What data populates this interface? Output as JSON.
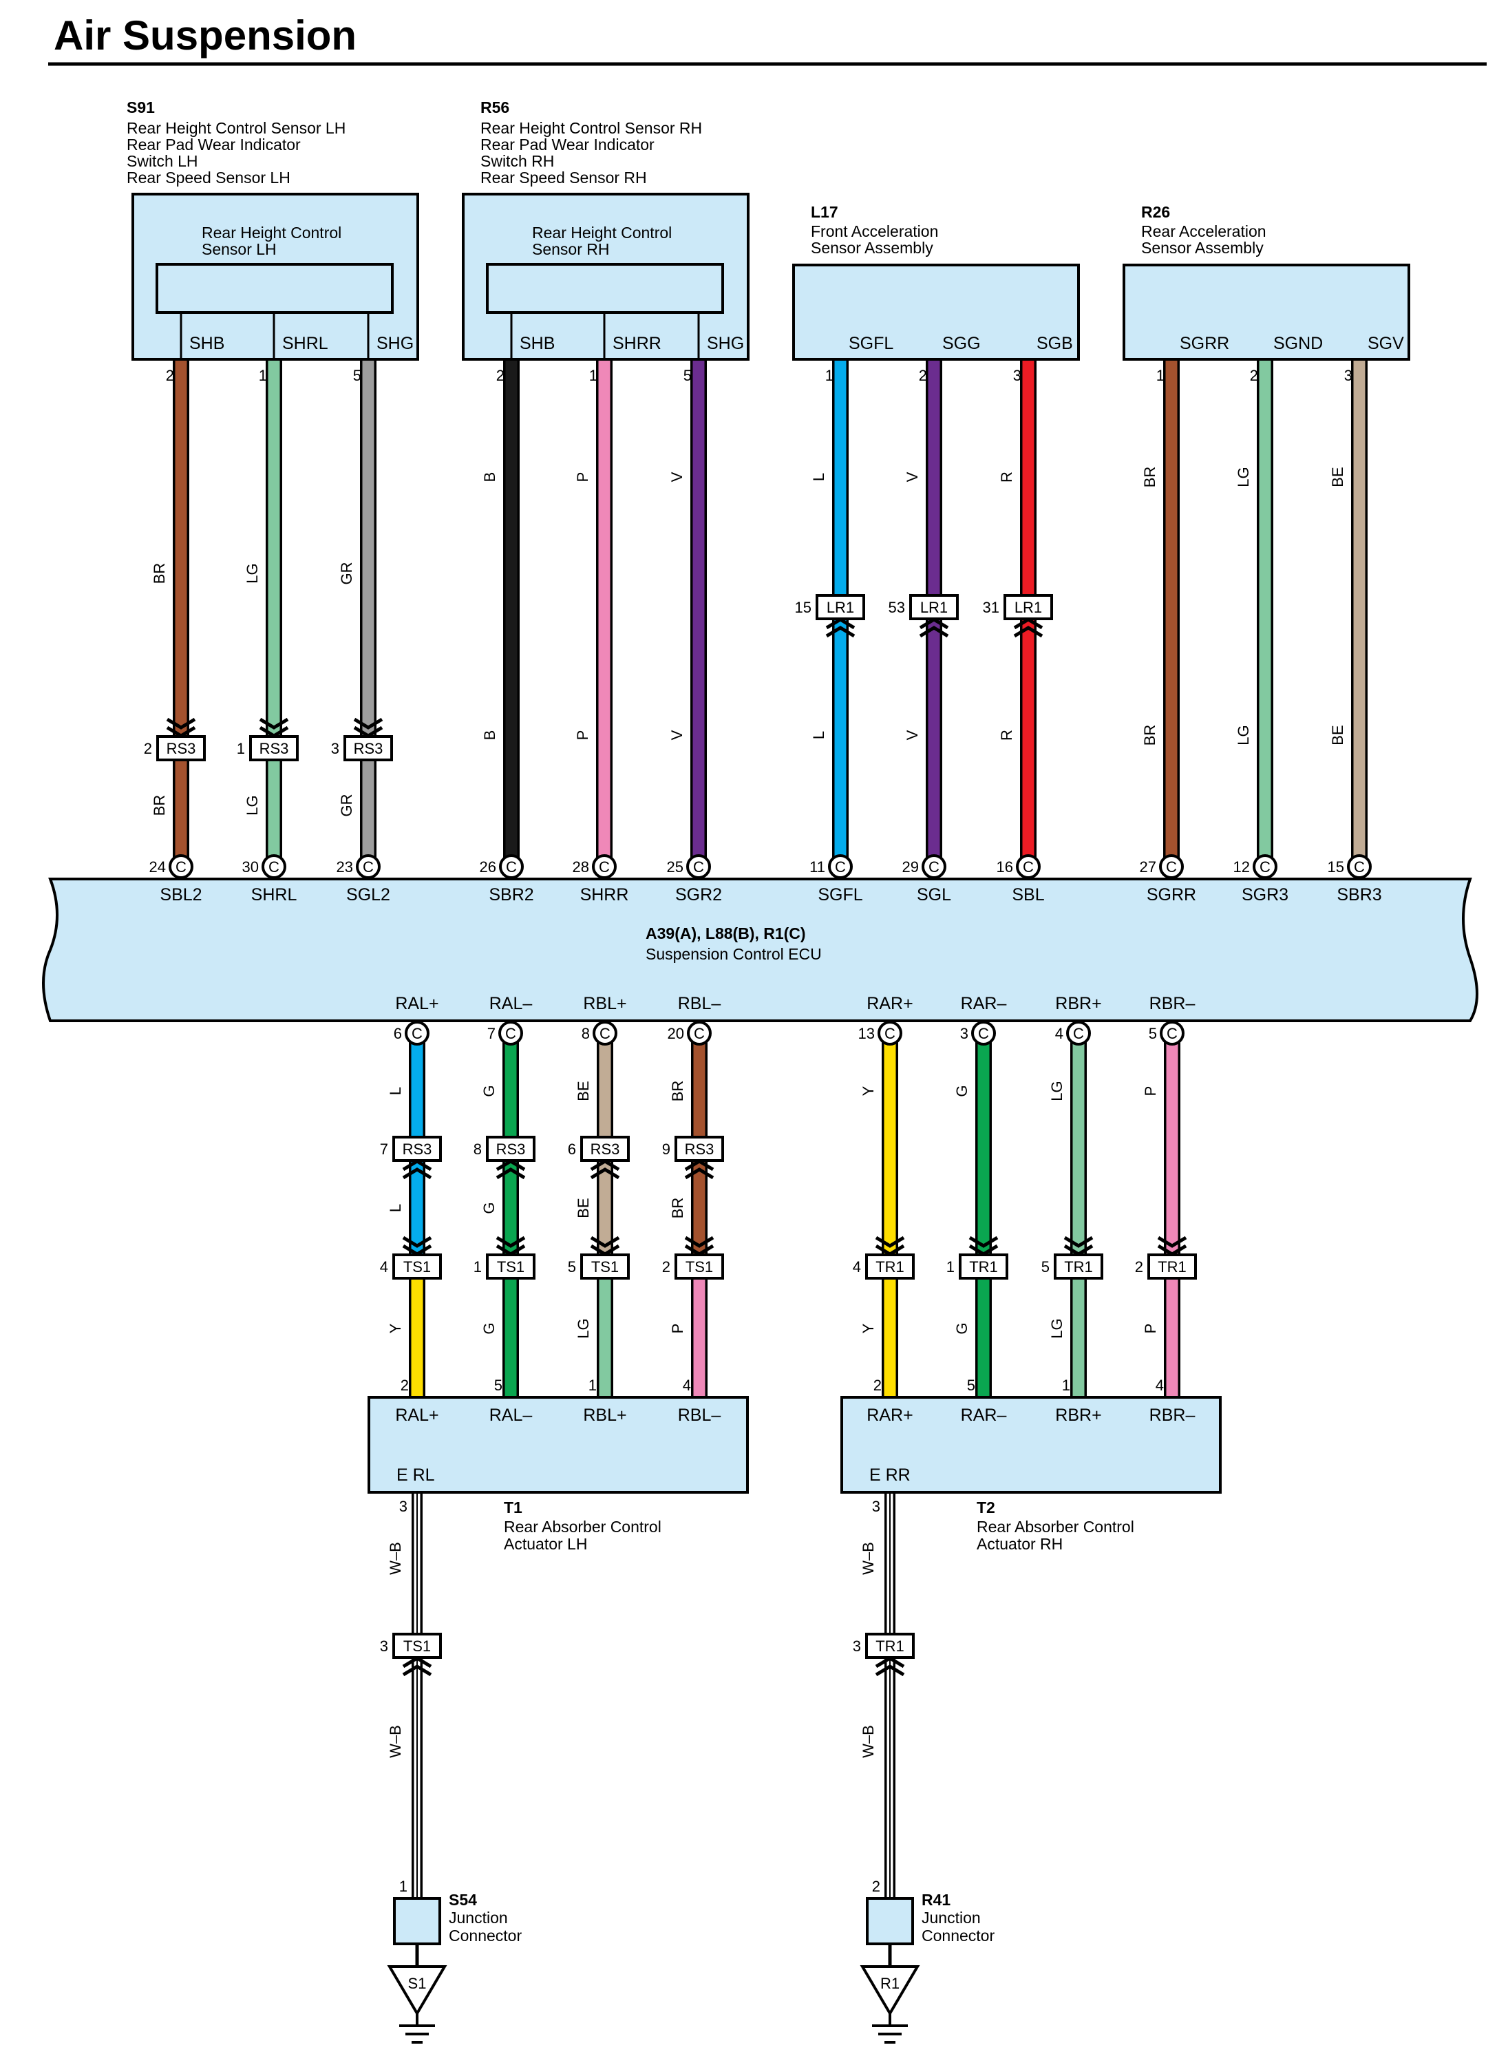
{
  "title": "Air Suspension",
  "components": {
    "s91": {
      "code": "S91",
      "lines": [
        "Rear Height Control Sensor LH",
        "Rear Pad Wear Indicator",
        "Switch LH",
        "Rear Speed Sensor LH"
      ],
      "box_lines": [
        "Rear Height Control",
        "Sensor LH"
      ]
    },
    "r56": {
      "code": "R56",
      "lines": [
        "Rear Height Control Sensor RH",
        "Rear Pad Wear Indicator",
        "Switch RH",
        "Rear Speed Sensor RH"
      ],
      "box_lines": [
        "Rear Height Control",
        "Sensor RH"
      ]
    },
    "l17": {
      "code": "L17",
      "lines": [
        "Front Acceleration",
        "Sensor Assembly"
      ]
    },
    "r26": {
      "code": "R26",
      "lines": [
        "Rear Acceleration",
        "Sensor Assembly"
      ]
    },
    "ecu": {
      "code": "A39(A), L88(B), R1(C)",
      "name": "Suspension Control ECU"
    },
    "t1": {
      "code": "T1",
      "lines": [
        "Rear Absorber Control",
        "Actuator LH"
      ],
      "ground_label": "E RL"
    },
    "t2": {
      "code": "T2",
      "lines": [
        "Rear Absorber Control",
        "Actuator RH"
      ],
      "ground_label": "E RR"
    },
    "s54": {
      "code": "S54",
      "lines": [
        "Junction",
        "Connector"
      ]
    },
    "r41": {
      "code": "R41",
      "lines": [
        "Junction",
        "Connector"
      ]
    }
  },
  "ground_symbols": [
    "S1",
    "R1"
  ],
  "ecu_letter": "C",
  "colors": {
    "BR": "#a4522e",
    "LG": "#82c9a0",
    "GR": "#9d9d9d",
    "B": "#1a1a1a",
    "P": "#ef88b8",
    "V": "#6b2d8f",
    "L": "#04acec",
    "R": "#ec1c24",
    "BE": "#c1ac95",
    "G": "#0aa650",
    "Y": "#fede00",
    "WB": "#ffffff",
    "box_fill": "#cce9f8"
  },
  "top_wires": [
    {
      "sensor_pin": "2",
      "sensor_term": "SHB",
      "upper_color": "BR",
      "mid": {
        "code": "RS3",
        "pin": "2",
        "dir": "down"
      },
      "lower_color": "BR",
      "ecu_pin": "24",
      "ecu_term": "SBL2"
    },
    {
      "sensor_pin": "1",
      "sensor_term": "SHRL",
      "upper_color": "LG",
      "mid": {
        "code": "RS3",
        "pin": "1",
        "dir": "down"
      },
      "lower_color": "LG",
      "ecu_pin": "30",
      "ecu_term": "SHRL"
    },
    {
      "sensor_pin": "5",
      "sensor_term": "SHG",
      "upper_color": "GR",
      "mid": {
        "code": "RS3",
        "pin": "3",
        "dir": "down"
      },
      "lower_color": "GR",
      "ecu_pin": "23",
      "ecu_term": "SGL2"
    },
    {
      "sensor_pin": "2",
      "sensor_term": "SHB",
      "upper_color": "B",
      "lower_color": "B",
      "ecu_pin": "26",
      "ecu_term": "SBR2"
    },
    {
      "sensor_pin": "1",
      "sensor_term": "SHRR",
      "upper_color": "P",
      "lower_color": "P",
      "ecu_pin": "28",
      "ecu_term": "SHRR"
    },
    {
      "sensor_pin": "5",
      "sensor_term": "SHG",
      "upper_color": "V",
      "lower_color": "V",
      "ecu_pin": "25",
      "ecu_term": "SGR2"
    },
    {
      "sensor_pin": "1",
      "sensor_term": "SGFL",
      "upper_color": "L",
      "mid": {
        "code": "LR1",
        "pin": "15",
        "dir": "up"
      },
      "lower_color": "L",
      "ecu_pin": "11",
      "ecu_term": "SGFL"
    },
    {
      "sensor_pin": "2",
      "sensor_term": "SGG",
      "upper_color": "V",
      "mid": {
        "code": "LR1",
        "pin": "53",
        "dir": "up"
      },
      "lower_color": "V",
      "ecu_pin": "29",
      "ecu_term": "SGL"
    },
    {
      "sensor_pin": "3",
      "sensor_term": "SGB",
      "upper_color": "R",
      "mid": {
        "code": "LR1",
        "pin": "31",
        "dir": "up"
      },
      "lower_color": "R",
      "ecu_pin": "16",
      "ecu_term": "SBL"
    },
    {
      "sensor_pin": "1",
      "sensor_term": "SGRR",
      "upper_color": "BR",
      "lower_color": "BR",
      "ecu_pin": "27",
      "ecu_term": "SGRR"
    },
    {
      "sensor_pin": "2",
      "sensor_term": "SGND",
      "upper_color": "LG",
      "lower_color": "LG",
      "ecu_pin": "12",
      "ecu_term": "SGR3"
    },
    {
      "sensor_pin": "3",
      "sensor_term": "SGV",
      "upper_color": "BE",
      "lower_color": "BE",
      "ecu_pin": "15",
      "ecu_term": "SBR3"
    }
  ],
  "bottom_wires": [
    {
      "ecu_term": "RAL+",
      "ecu_pin": "6",
      "seg1": "L",
      "rs3": {
        "code": "RS3",
        "pin": "7"
      },
      "seg2": "L",
      "tconn": {
        "code": "TS1",
        "pin": "4"
      },
      "seg3": "Y",
      "act_pin": "2",
      "act_term": "RAL+"
    },
    {
      "ecu_term": "RAL–",
      "ecu_pin": "7",
      "seg1": "G",
      "rs3": {
        "code": "RS3",
        "pin": "8"
      },
      "seg2": "G",
      "tconn": {
        "code": "TS1",
        "pin": "1"
      },
      "seg3": "G",
      "act_pin": "5",
      "act_term": "RAL–"
    },
    {
      "ecu_term": "RBL+",
      "ecu_pin": "8",
      "seg1": "BE",
      "rs3": {
        "code": "RS3",
        "pin": "6"
      },
      "seg2": "BE",
      "tconn": {
        "code": "TS1",
        "pin": "5"
      },
      "seg3": "LG",
      "act_pin": "1",
      "act_term": "RBL+"
    },
    {
      "ecu_term": "RBL–",
      "ecu_pin": "20",
      "seg1": "BR",
      "rs3": {
        "code": "RS3",
        "pin": "9"
      },
      "seg2": "BR",
      "tconn": {
        "code": "TS1",
        "pin": "2"
      },
      "seg3": "P",
      "act_pin": "4",
      "act_term": "RBL–"
    },
    {
      "ecu_term": "RAR+",
      "ecu_pin": "13",
      "seg1": "Y",
      "seg2": "Y",
      "tconn": {
        "code": "TR1",
        "pin": "4"
      },
      "seg3": "Y",
      "act_pin": "2",
      "act_term": "RAR+"
    },
    {
      "ecu_term": "RAR–",
      "ecu_pin": "3",
      "seg1": "G",
      "seg2": "G",
      "tconn": {
        "code": "TR1",
        "pin": "1"
      },
      "seg3": "G",
      "act_pin": "5",
      "act_term": "RAR–"
    },
    {
      "ecu_term": "RBR+",
      "ecu_pin": "4",
      "seg1": "LG",
      "seg2": "LG",
      "tconn": {
        "code": "TR1",
        "pin": "5"
      },
      "seg3": "LG",
      "act_pin": "1",
      "act_term": "RBR+"
    },
    {
      "ecu_term": "RBR–",
      "ecu_pin": "5",
      "seg1": "P",
      "seg2": "P",
      "tconn": {
        "code": "TR1",
        "pin": "2"
      },
      "seg3": "P",
      "act_pin": "4",
      "act_term": "RBR–"
    }
  ],
  "ground_wires": [
    {
      "act_pin": "3",
      "upper_color_label": "W–B",
      "conn": {
        "code": "TS1",
        "pin": "3"
      },
      "lower_color_label": "W–B",
      "jc_pin": "1"
    },
    {
      "act_pin": "3",
      "upper_color_label": "W–B",
      "conn": {
        "code": "TR1",
        "pin": "3"
      },
      "lower_color_label": "W–B",
      "jc_pin": "2"
    }
  ]
}
